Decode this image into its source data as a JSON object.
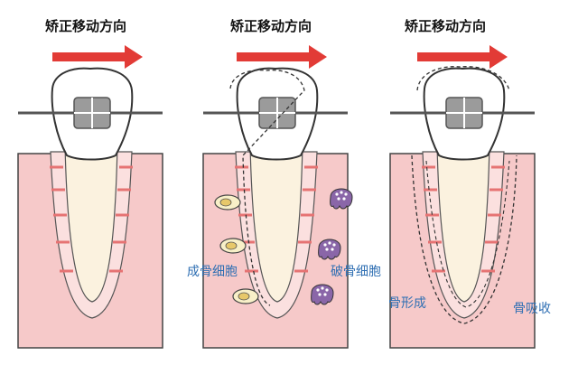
{
  "panels": [
    {
      "title": "矫正移动方向"
    },
    {
      "title": "矫正移动方向",
      "labels": {
        "osteoblast": "成骨细胞",
        "osteoclast": "破骨细胞"
      }
    },
    {
      "title": "矫正移动方向",
      "labels": {
        "bone_formation": "骨形成",
        "bone_resorption": "骨吸收"
      }
    }
  ],
  "colors": {
    "arrow": "#e23b36",
    "gum": "#f6c9c9",
    "ligament": "#fbe0df",
    "tooth": "#fbf2df",
    "bracket": "#8a8a8a",
    "label_blue": "#2f6fb3"
  }
}
